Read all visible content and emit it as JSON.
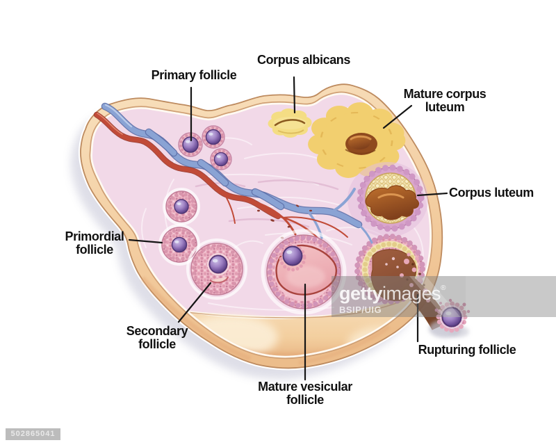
{
  "figure": {
    "description": "Cross-section diagram of an ovary showing stages of ovarian follicle development",
    "labels": {
      "primary_follicle": {
        "lines": [
          "Primary follicle"
        ]
      },
      "corpus_albicans": {
        "lines": [
          "Corpus albicans"
        ]
      },
      "mature_corpus_luteum": {
        "lines": [
          "Mature corpus",
          "luteum"
        ]
      },
      "corpus_luteum": {
        "lines": [
          "Corpus luteum"
        ]
      },
      "primordial_follicle": {
        "lines": [
          "Primordial",
          "follicle"
        ]
      },
      "secondary_follicle": {
        "lines": [
          "Secondary",
          "follicle"
        ]
      },
      "mature_vesicular_follicle": {
        "lines": [
          "Mature vesicular",
          "follicle"
        ]
      },
      "rupturing_follicle": {
        "lines": [
          "Rupturing follicle"
        ]
      }
    }
  },
  "watermark": {
    "brand_bold": "getty",
    "brand_light": "images",
    "registered": "®",
    "credit": "BSIP/UIG",
    "asset_id": "502865041"
  },
  "colors": {
    "stroma_pink": "#f2d9e8",
    "capsule_peach": "#f3cda0",
    "corpus_yellow": "#f2cf6f",
    "follicle_rim_pink": "#edb4c4",
    "oocyte_purple": "#6d4f98",
    "artery_red": "#c14b38",
    "vein_blue": "#8aa3d4",
    "label_black": "#111111"
  }
}
